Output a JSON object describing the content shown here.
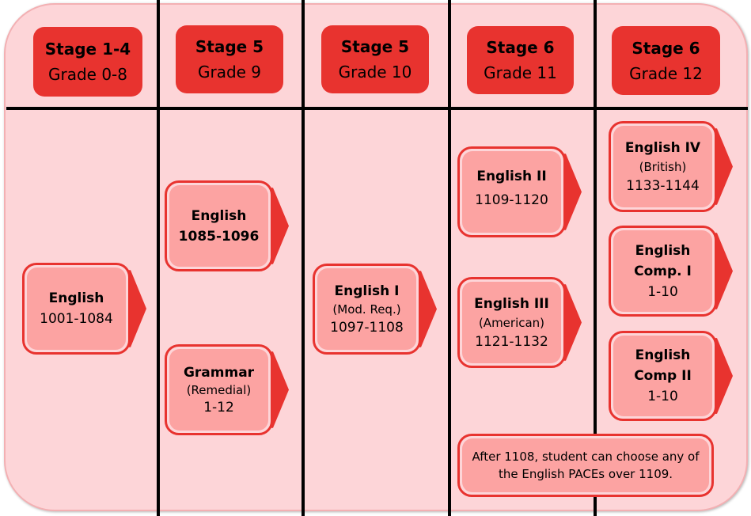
{
  "headers": [
    {
      "stage": "Stage 1-4",
      "grade": "Grade 0-8"
    },
    {
      "stage": "Stage 5",
      "grade": "Grade 9"
    },
    {
      "stage": "Stage 5",
      "grade": "Grade 10"
    },
    {
      "stage": "Stage 6",
      "grade": "Grade 11"
    },
    {
      "stage": "Stage 6",
      "grade": "Grade 12"
    }
  ],
  "courses": {
    "english_1001": {
      "title": "English",
      "range": "1001-1084"
    },
    "english_1085": {
      "title": "English",
      "range": "1085-1096"
    },
    "grammar": {
      "title": "Grammar",
      "note": "(Remedial)",
      "range": "1-12"
    },
    "english_i": {
      "title": "English I",
      "note": "(Mod. Req.)",
      "range": "1097-1108"
    },
    "english_ii": {
      "title": "English II",
      "range": "1109-1120"
    },
    "english_iii": {
      "title": "English III",
      "note": "(American)",
      "range": "1121-1132"
    },
    "english_iv": {
      "title": "English IV",
      "note": "(British)",
      "range": "1133-1144"
    },
    "comp_i": {
      "title1": "English",
      "title2": "Comp. I",
      "range": "1-10"
    },
    "comp_ii": {
      "title1": "English",
      "title2": "Comp II",
      "range": "1-10"
    }
  },
  "note": {
    "line1": "After 1108, student can choose any of",
    "line2": "the English PACEs over 1109."
  },
  "colors": {
    "accent": "#e8332f",
    "card": "#fca3a2",
    "background": "#fdd5d8"
  }
}
